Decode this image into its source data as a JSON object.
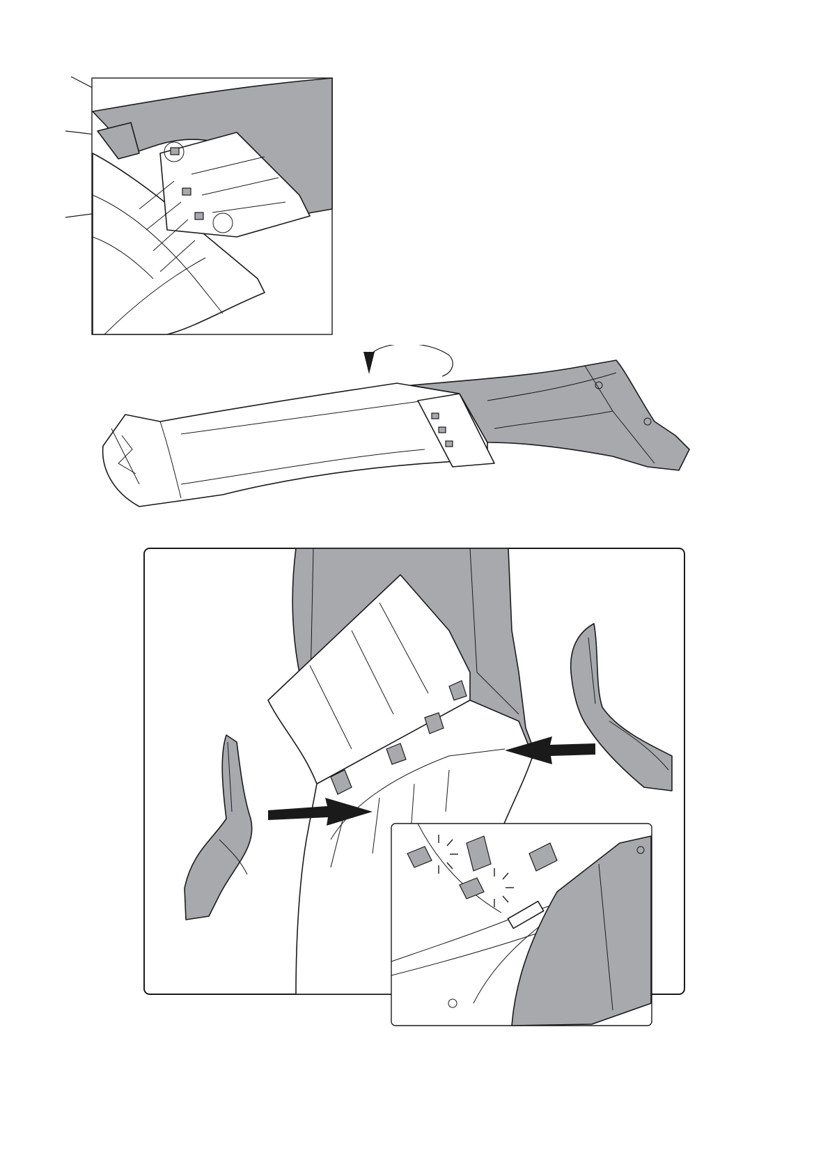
{
  "figure": {
    "steps": [
      {
        "id": "detail-view",
        "callouts": 3
      },
      {
        "id": "fold-rotation",
        "rotation_direction": "counter-clockwise"
      },
      {
        "id": "press-together",
        "inset": "clips-engaged"
      }
    ],
    "colors": {
      "shade": "#a7a9ad",
      "line": "#1a1a1a",
      "paper": "#ffffff"
    },
    "icons": [
      "rotation-arrow-icon",
      "left-hand-icon",
      "right-hand-icon",
      "push-arrow-icon",
      "click-indicator-icon"
    ]
  }
}
